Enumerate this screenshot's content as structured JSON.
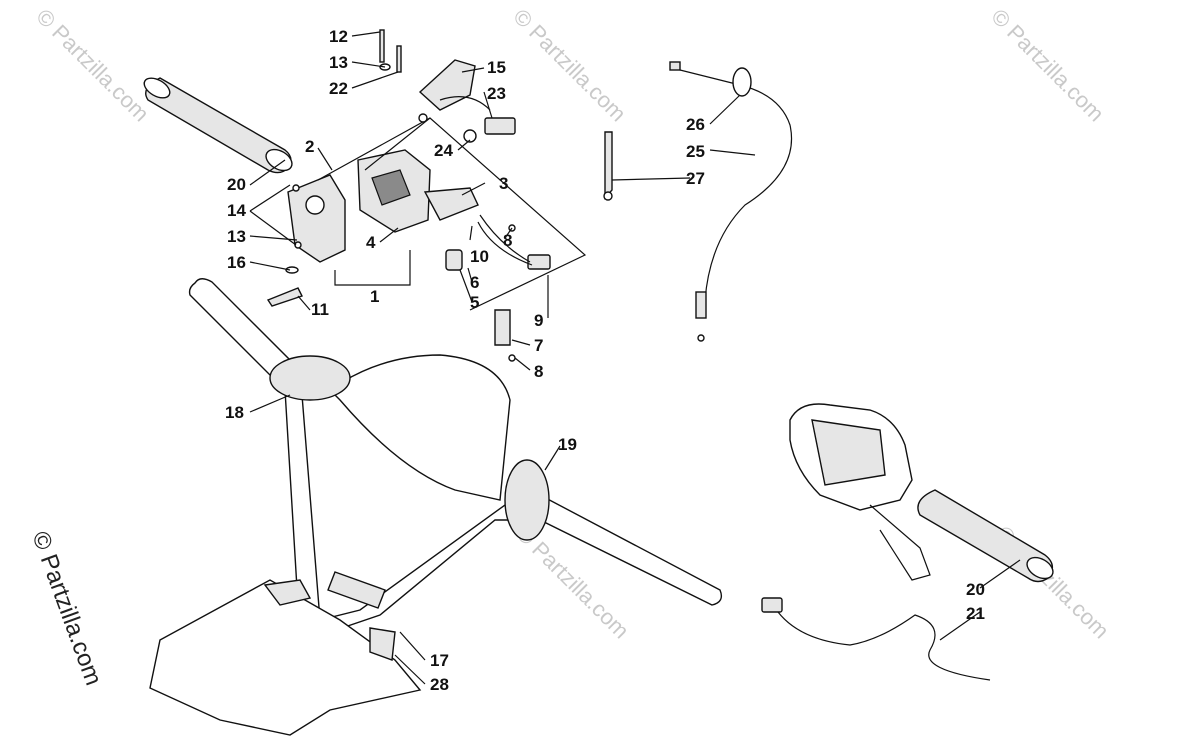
{
  "watermark": {
    "text": "© Partzilla.com"
  },
  "callouts": {
    "c1": "1",
    "c2": "2",
    "c3": "3",
    "c4": "4",
    "c5": "5",
    "c6": "6",
    "c7": "7",
    "c8a": "8",
    "c8b": "8",
    "c9": "9",
    "c10": "10",
    "c11": "11",
    "c12": "12",
    "c13a": "13",
    "c13b": "13",
    "c14": "14",
    "c15": "15",
    "c16": "16",
    "c17": "17",
    "c18": "18",
    "c19": "19",
    "c20a": "20",
    "c20b": "20",
    "c21": "21",
    "c22": "22",
    "c23": "23",
    "c24": "24",
    "c25": "25",
    "c26": "26",
    "c27": "27",
    "c28": "28"
  }
}
